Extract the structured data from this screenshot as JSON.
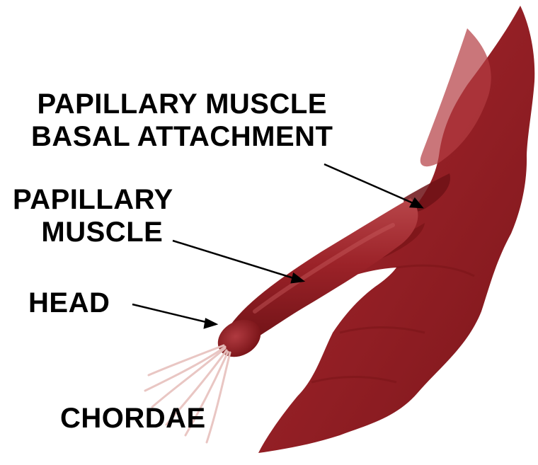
{
  "labels": {
    "basal_attachment": {
      "line1": "PAPILLARY MUSCLE",
      "line2": "BASAL ATTACHMENT"
    },
    "papillary_muscle": {
      "line1": "PAPILLARY",
      "line2": "MUSCLE"
    },
    "head": "HEAD",
    "chordae": "CHORDAE"
  },
  "colors": {
    "muscle_dark": "#7a1418",
    "muscle_main": "#9b2228",
    "muscle_light": "#b8464a",
    "chordae": "#e8c4c0",
    "text": "#000000",
    "arrow": "#000000"
  }
}
